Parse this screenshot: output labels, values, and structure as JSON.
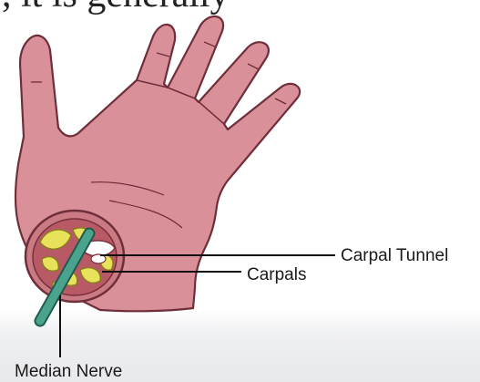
{
  "header": {
    "cropped_text": ", it is generally"
  },
  "labels": {
    "carpal_tunnel": "Carpal Tunnel",
    "carpals": "Carpals",
    "median_nerve": "Median Nerve"
  },
  "colors": {
    "skin": "#d99098",
    "skin_outline": "#6e2e3a",
    "bone": "#e8e25a",
    "nerve": "#4aa38c",
    "tunnel": "#ffffff",
    "background": "#ffffff"
  }
}
